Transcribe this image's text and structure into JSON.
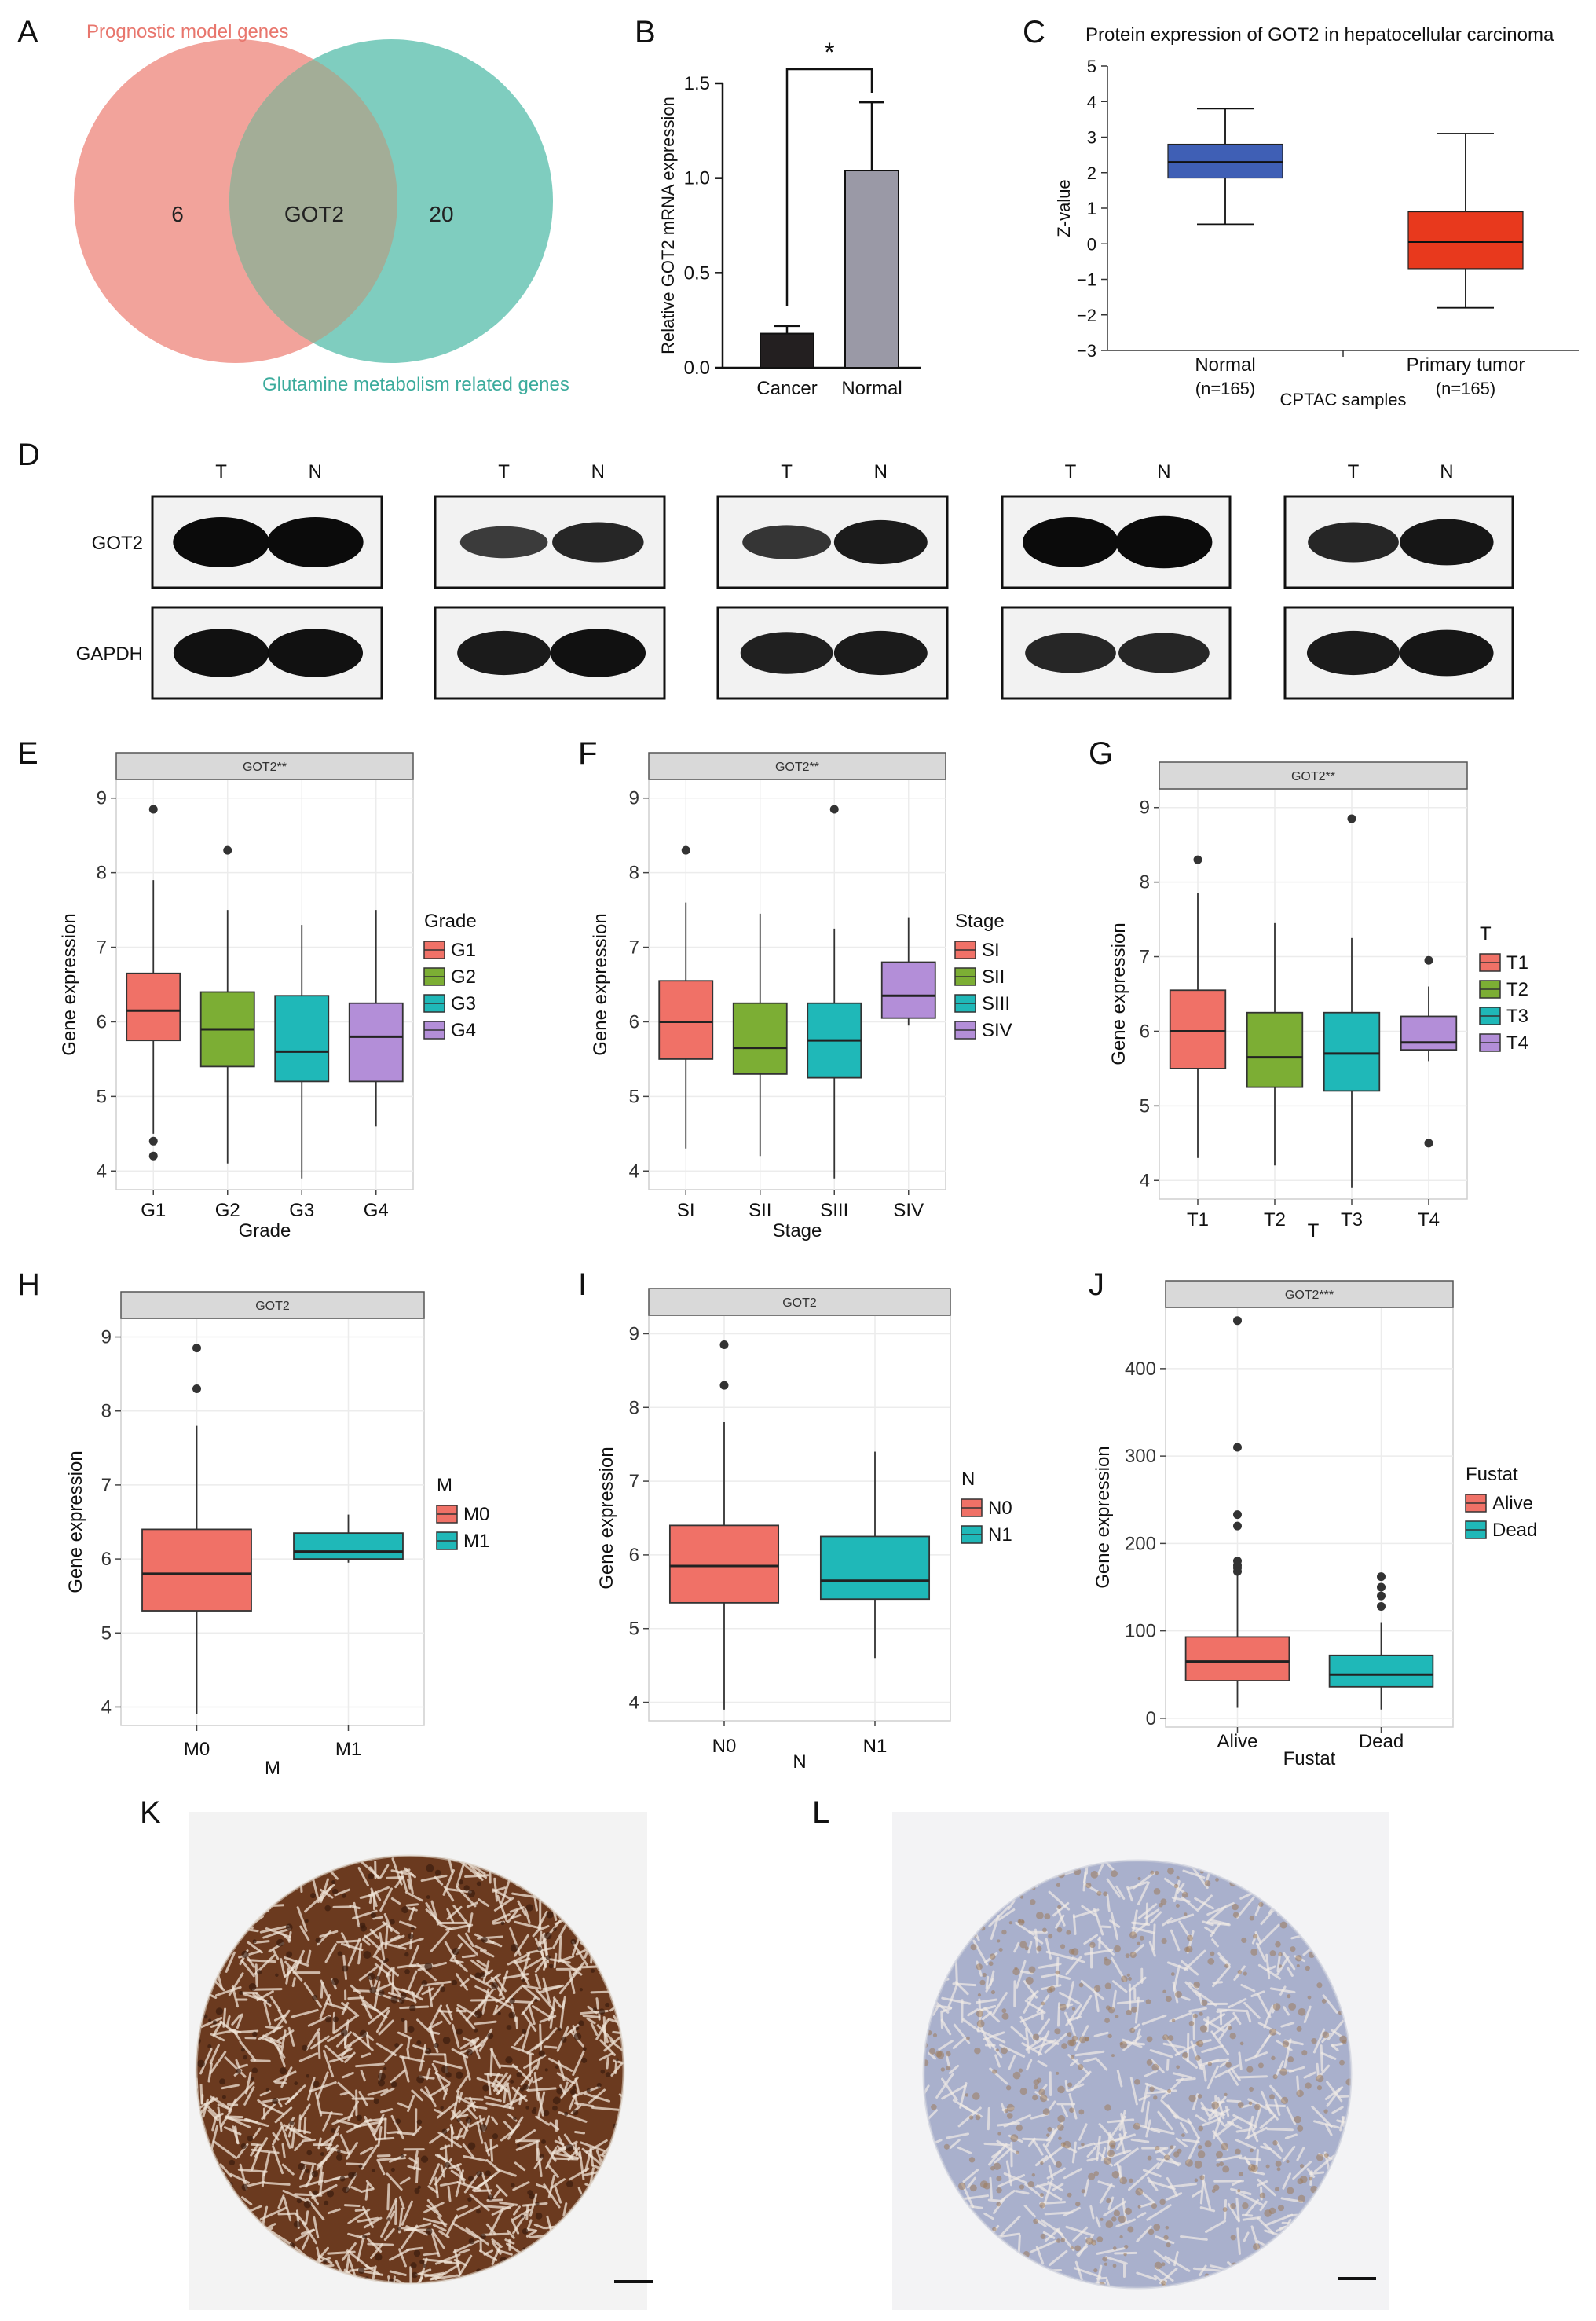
{
  "panel_letters": [
    "A",
    "B",
    "C",
    "D",
    "E",
    "F",
    "G",
    "H",
    "I",
    "J",
    "K",
    "L"
  ],
  "colors": {
    "venn_left": "#f2a39b",
    "venn_right": "#7fcdbf",
    "venn_overlap": "#a3ad97",
    "venn_left_label": "#e8766d",
    "venn_right_label": "#3bab9c",
    "cptac_normal": "#3f5fb5",
    "cptac_tumor": "#e8391d",
    "g_red": "#f07167",
    "g_green": "#7cae34",
    "g_teal": "#1fb8b8",
    "g_purple": "#b38ed8"
  },
  "venn": {
    "left_label": "Prognostic model genes",
    "right_label": "Glutamine metabolism related genes",
    "left_only": "6",
    "overlap": "GOT2",
    "right_only": "20"
  },
  "western": {
    "col_labels": [
      "T",
      "N"
    ],
    "row_labels": [
      "GOT2",
      "GAPDH"
    ],
    "panel_count": 5
  },
  "ihc": {
    "left_stain": "strong",
    "right_stain": "weak"
  },
  "chart_data": [
    {
      "id": "B",
      "type": "bar",
      "title": "",
      "categories": [
        "Cancer",
        "Normal"
      ],
      "values": [
        0.18,
        1.04
      ],
      "errors": [
        0.04,
        0.36
      ],
      "colors": [
        "#231f20",
        "#9a99a6"
      ],
      "ylabel": "Relative GOT2 mRNA expression",
      "xlabel": "",
      "ylim": [
        0,
        1.5
      ],
      "yticks": [
        "0.0",
        "0.5",
        "1.0",
        "1.5"
      ],
      "significance": "*"
    },
    {
      "id": "C",
      "type": "box",
      "title": "Protein expression of GOT2 in hepatocellular carcinoma",
      "xlabel": "CPTAC samples",
      "ylabel": "Z-value",
      "ylim": [
        -3,
        5
      ],
      "yticks": [
        "5",
        "4",
        "3",
        "2",
        "1",
        "0",
        "−1",
        "−2",
        "−3"
      ],
      "categories": [
        "Normal",
        "Primary tumor"
      ],
      "category_counts": [
        "(n=165)",
        "(n=165)"
      ],
      "boxes": [
        {
          "name": "Normal",
          "whisker_low": 0.55,
          "q1": 1.85,
          "median": 2.3,
          "q3": 2.8,
          "whisker_high": 3.8,
          "color": "#3f5fb5"
        },
        {
          "name": "Primary tumor",
          "whisker_low": -1.8,
          "q1": -0.7,
          "median": 0.05,
          "q3": 0.9,
          "whisker_high": 3.1,
          "color": "#e8391d"
        }
      ]
    },
    {
      "id": "E",
      "type": "box",
      "strip": "GOT2**",
      "xlabel": "Grade",
      "ylabel": "Gene expression",
      "ylim": [
        3.75,
        9.25
      ],
      "yticks": [
        "9",
        "8",
        "7",
        "6",
        "5",
        "4"
      ],
      "legend_title": "Grade",
      "legend_position": "right",
      "grid": true,
      "categories": [
        "G1",
        "G2",
        "G3",
        "G4"
      ],
      "boxes": [
        {
          "name": "G1",
          "whisker_low": 4.5,
          "q1": 5.75,
          "median": 6.15,
          "q3": 6.65,
          "whisker_high": 7.9,
          "outliers": [
            8.85,
            4.4,
            4.2
          ],
          "color": "#f07167"
        },
        {
          "name": "G2",
          "whisker_low": 4.1,
          "q1": 5.4,
          "median": 5.9,
          "q3": 6.4,
          "whisker_high": 7.5,
          "outliers": [
            8.3
          ],
          "color": "#7cae34"
        },
        {
          "name": "G3",
          "whisker_low": 3.9,
          "q1": 5.2,
          "median": 5.6,
          "q3": 6.35,
          "whisker_high": 7.3,
          "outliers": [],
          "color": "#1fb8b8"
        },
        {
          "name": "G4",
          "whisker_low": 4.6,
          "q1": 5.2,
          "median": 5.8,
          "q3": 6.25,
          "whisker_high": 7.5,
          "outliers": [],
          "color": "#b38ed8"
        }
      ]
    },
    {
      "id": "F",
      "type": "box",
      "strip": "GOT2**",
      "xlabel": "Stage",
      "ylabel": "Gene expression",
      "ylim": [
        3.75,
        9.25
      ],
      "yticks": [
        "9",
        "8",
        "7",
        "6",
        "5",
        "4"
      ],
      "legend_title": "Stage",
      "legend_position": "right",
      "grid": true,
      "categories": [
        "SI",
        "SII",
        "SIII",
        "SIV"
      ],
      "boxes": [
        {
          "name": "SI",
          "whisker_low": 4.3,
          "q1": 5.5,
          "median": 6.0,
          "q3": 6.55,
          "whisker_high": 7.6,
          "outliers": [
            8.3
          ],
          "color": "#f07167"
        },
        {
          "name": "SII",
          "whisker_low": 4.2,
          "q1": 5.3,
          "median": 5.65,
          "q3": 6.25,
          "whisker_high": 7.45,
          "outliers": [],
          "color": "#7cae34"
        },
        {
          "name": "SIII",
          "whisker_low": 3.9,
          "q1": 5.25,
          "median": 5.75,
          "q3": 6.25,
          "whisker_high": 7.25,
          "outliers": [
            8.85
          ],
          "color": "#1fb8b8"
        },
        {
          "name": "SIV",
          "whisker_low": 5.95,
          "q1": 6.05,
          "median": 6.35,
          "q3": 6.8,
          "whisker_high": 7.4,
          "outliers": [],
          "color": "#b38ed8"
        }
      ]
    },
    {
      "id": "G",
      "type": "box",
      "strip": "GOT2**",
      "xlabel": "T",
      "ylabel": "Gene expression",
      "ylim": [
        3.75,
        9.25
      ],
      "yticks": [
        "9",
        "8",
        "7",
        "6",
        "5",
        "4"
      ],
      "legend_title": "T",
      "legend_position": "right",
      "grid": true,
      "categories": [
        "T1",
        "T2",
        "T3",
        "T4"
      ],
      "boxes": [
        {
          "name": "T1",
          "whisker_low": 4.3,
          "q1": 5.5,
          "median": 6.0,
          "q3": 6.55,
          "whisker_high": 7.85,
          "outliers": [
            8.3
          ],
          "color": "#f07167"
        },
        {
          "name": "T2",
          "whisker_low": 4.2,
          "q1": 5.25,
          "median": 5.65,
          "q3": 6.25,
          "whisker_high": 7.45,
          "outliers": [],
          "color": "#7cae34"
        },
        {
          "name": "T3",
          "whisker_low": 3.9,
          "q1": 5.2,
          "median": 5.7,
          "q3": 6.25,
          "whisker_high": 7.25,
          "outliers": [
            8.85
          ],
          "color": "#1fb8b8"
        },
        {
          "name": "T4",
          "whisker_low": 5.6,
          "q1": 5.75,
          "median": 5.85,
          "q3": 6.2,
          "whisker_high": 6.6,
          "outliers": [
            6.95,
            4.5
          ],
          "color": "#b38ed8"
        }
      ]
    },
    {
      "id": "H",
      "type": "box",
      "strip": "GOT2",
      "xlabel": "M",
      "ylabel": "Gene expression",
      "ylim": [
        3.75,
        9.25
      ],
      "yticks": [
        "9",
        "8",
        "7",
        "6",
        "5",
        "4"
      ],
      "legend_title": "M",
      "legend_position": "right",
      "grid": true,
      "categories": [
        "M0",
        "M1"
      ],
      "boxes": [
        {
          "name": "M0",
          "whisker_low": 3.9,
          "q1": 5.3,
          "median": 5.8,
          "q3": 6.4,
          "whisker_high": 7.8,
          "outliers": [
            8.85,
            8.3
          ],
          "color": "#f07167"
        },
        {
          "name": "M1",
          "whisker_low": 5.95,
          "q1": 6.0,
          "median": 6.1,
          "q3": 6.35,
          "whisker_high": 6.6,
          "outliers": [],
          "color": "#1fb8b8"
        }
      ]
    },
    {
      "id": "I",
      "type": "box",
      "strip": "GOT2",
      "xlabel": "N",
      "ylabel": "Gene expression",
      "ylim": [
        3.75,
        9.25
      ],
      "yticks": [
        "9",
        "8",
        "7",
        "6",
        "5",
        "4"
      ],
      "legend_title": "N",
      "legend_position": "right",
      "grid": true,
      "categories": [
        "N0",
        "N1"
      ],
      "boxes": [
        {
          "name": "N0",
          "whisker_low": 3.9,
          "q1": 5.35,
          "median": 5.85,
          "q3": 6.4,
          "whisker_high": 7.8,
          "outliers": [
            8.85,
            8.3
          ],
          "color": "#f07167"
        },
        {
          "name": "N1",
          "whisker_low": 4.6,
          "q1": 5.4,
          "median": 5.65,
          "q3": 6.25,
          "whisker_high": 7.4,
          "outliers": [],
          "color": "#1fb8b8"
        }
      ]
    },
    {
      "id": "J",
      "type": "box",
      "strip": "GOT2***",
      "xlabel": "Fustat",
      "ylabel": "Gene expression",
      "ylim": [
        -10,
        470
      ],
      "yticks": [
        "400",
        "300",
        "200",
        "100",
        "0"
      ],
      "legend_title": "Fustat",
      "legend_position": "right",
      "grid": true,
      "categories": [
        "Alive",
        "Dead"
      ],
      "boxes": [
        {
          "name": "Alive",
          "whisker_low": 12,
          "q1": 43,
          "median": 65,
          "q3": 93,
          "whisker_high": 165,
          "outliers": [
            455,
            310,
            233,
            220,
            180,
            175,
            172,
            168
          ],
          "color": "#f07167"
        },
        {
          "name": "Dead",
          "whisker_low": 10,
          "q1": 36,
          "median": 50,
          "q3": 72,
          "whisker_high": 110,
          "outliers": [
            162,
            150,
            140,
            128
          ],
          "color": "#1fb8b8"
        }
      ]
    }
  ]
}
